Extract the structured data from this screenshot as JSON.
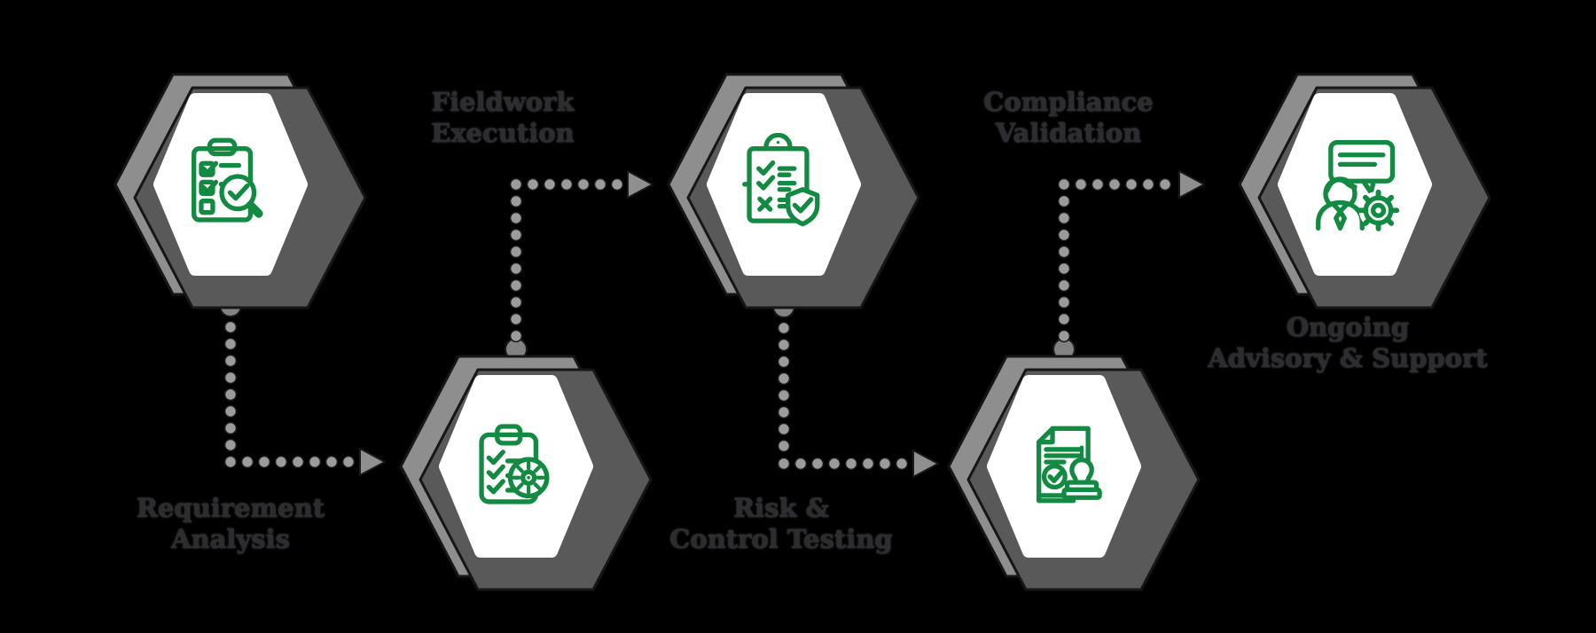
{
  "diagram_type": "process-flow-infographic",
  "colors": {
    "background": "#000000",
    "icon_green": "#128a42",
    "hex_gray": "#8e8e8e",
    "shadow_gray": "#595959",
    "dot_gray": "#9b9b9b",
    "label_text": "#2c2c31"
  },
  "steps": [
    {
      "id": 1,
      "label_line1": "Requirement",
      "label_line2": "Analysis",
      "icon": "clipboard-magnifier-check-icon"
    },
    {
      "id": 2,
      "label_line1": "Fieldwork",
      "label_line2": "Execution",
      "icon": "clipboard-checklist-gear-icon"
    },
    {
      "id": 3,
      "label_line1": "Risk &",
      "label_line2": "Control Testing",
      "icon": "clipboard-shield-check-icon"
    },
    {
      "id": 4,
      "label_line1": "Compliance",
      "label_line2": "Validation",
      "icon": "document-stamp-check-icon"
    },
    {
      "id": 5,
      "label_line1": "Ongoing",
      "label_line2": "Advisory & Support",
      "icon": "advisor-speech-gear-icon"
    }
  ]
}
